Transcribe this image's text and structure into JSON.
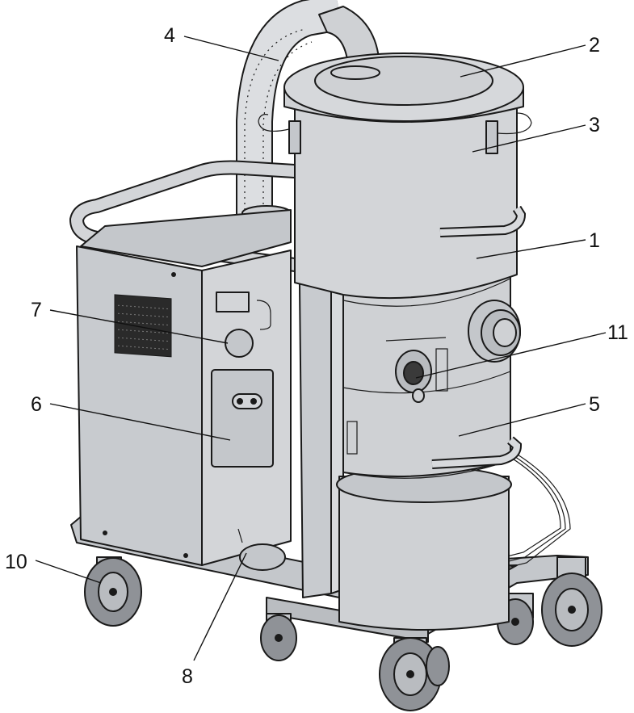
{
  "figure": {
    "callouts": [
      {
        "id": "1",
        "text": "1"
      },
      {
        "id": "2",
        "text": "2"
      },
      {
        "id": "3",
        "text": "3"
      },
      {
        "id": "4",
        "text": "4"
      },
      {
        "id": "5",
        "text": "5"
      },
      {
        "id": "6",
        "text": "6"
      },
      {
        "id": "7",
        "text": "7"
      },
      {
        "id": "8",
        "text": "8"
      },
      {
        "id": "10",
        "text": "10"
      },
      {
        "id": "11",
        "text": "11"
      }
    ]
  },
  "colors": {
    "body": "#cfd1d4",
    "body_dark": "#b9bcc0",
    "frame": "#c4c7cb",
    "wheel": "#8f9297",
    "grille": "#2a2a2a",
    "outline": "#1a1a1a"
  }
}
